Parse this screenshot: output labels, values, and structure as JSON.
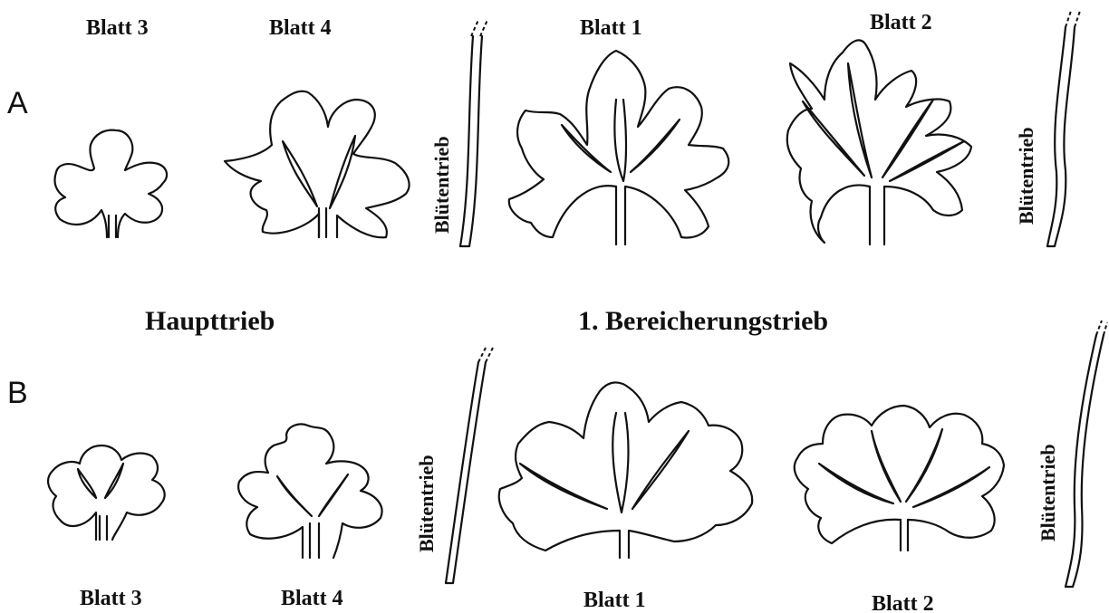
{
  "row_labels": {
    "a": "A",
    "b": "B"
  },
  "row_a": {
    "leaf_3": "Blatt 3",
    "leaf_4": "Blatt 4",
    "leaf_1": "Blatt 1",
    "leaf_2": "Blatt 2",
    "stem_1": "Blütentrieb",
    "stem_2": "Blütentrieb"
  },
  "section_headings": {
    "main_shoot": "Haupttrieb",
    "enrichment_shoot": "1. Bereicherungstrieb"
  },
  "row_b": {
    "leaf_3": "Blatt 3",
    "leaf_4": "Blatt 4",
    "leaf_1": "Blatt 1",
    "leaf_2": "Blatt 2",
    "stem_1": "Blütentrieb",
    "stem_2": "Blütentrieb"
  }
}
